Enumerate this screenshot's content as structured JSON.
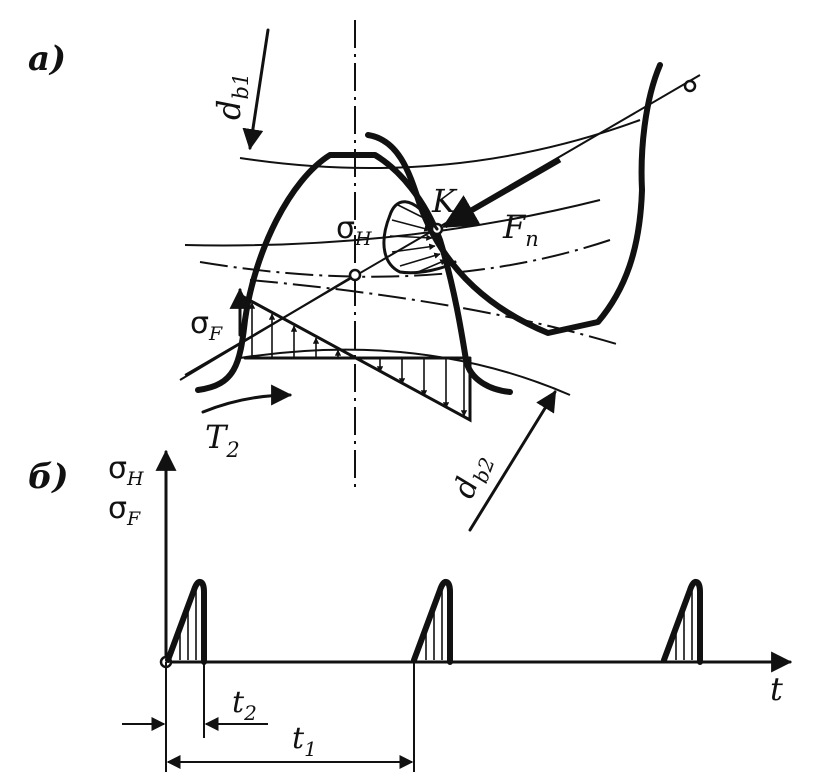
{
  "figure": {
    "panel_a": {
      "label": "a)",
      "symbols": {
        "db1": {
          "main": "d",
          "sub": "b1"
        },
        "db2": {
          "main": "d",
          "sub": "b2"
        },
        "sigma_h": {
          "main": "σ",
          "sub": "H"
        },
        "sigma_f": {
          "main": "σ",
          "sub": "F"
        },
        "contact_point": "K",
        "fn": {
          "main": "F",
          "sub": "n"
        },
        "t2": {
          "main": "T",
          "sub": "2"
        }
      }
    },
    "panel_b": {
      "label": "б)",
      "axis_y": [
        {
          "main": "σ",
          "sub": "H"
        },
        {
          "main": "σ",
          "sub": "F"
        }
      ],
      "axis_x": "t",
      "t2": {
        "main": "t",
        "sub": "2"
      },
      "t1": {
        "main": "t",
        "sub": "1"
      }
    }
  }
}
